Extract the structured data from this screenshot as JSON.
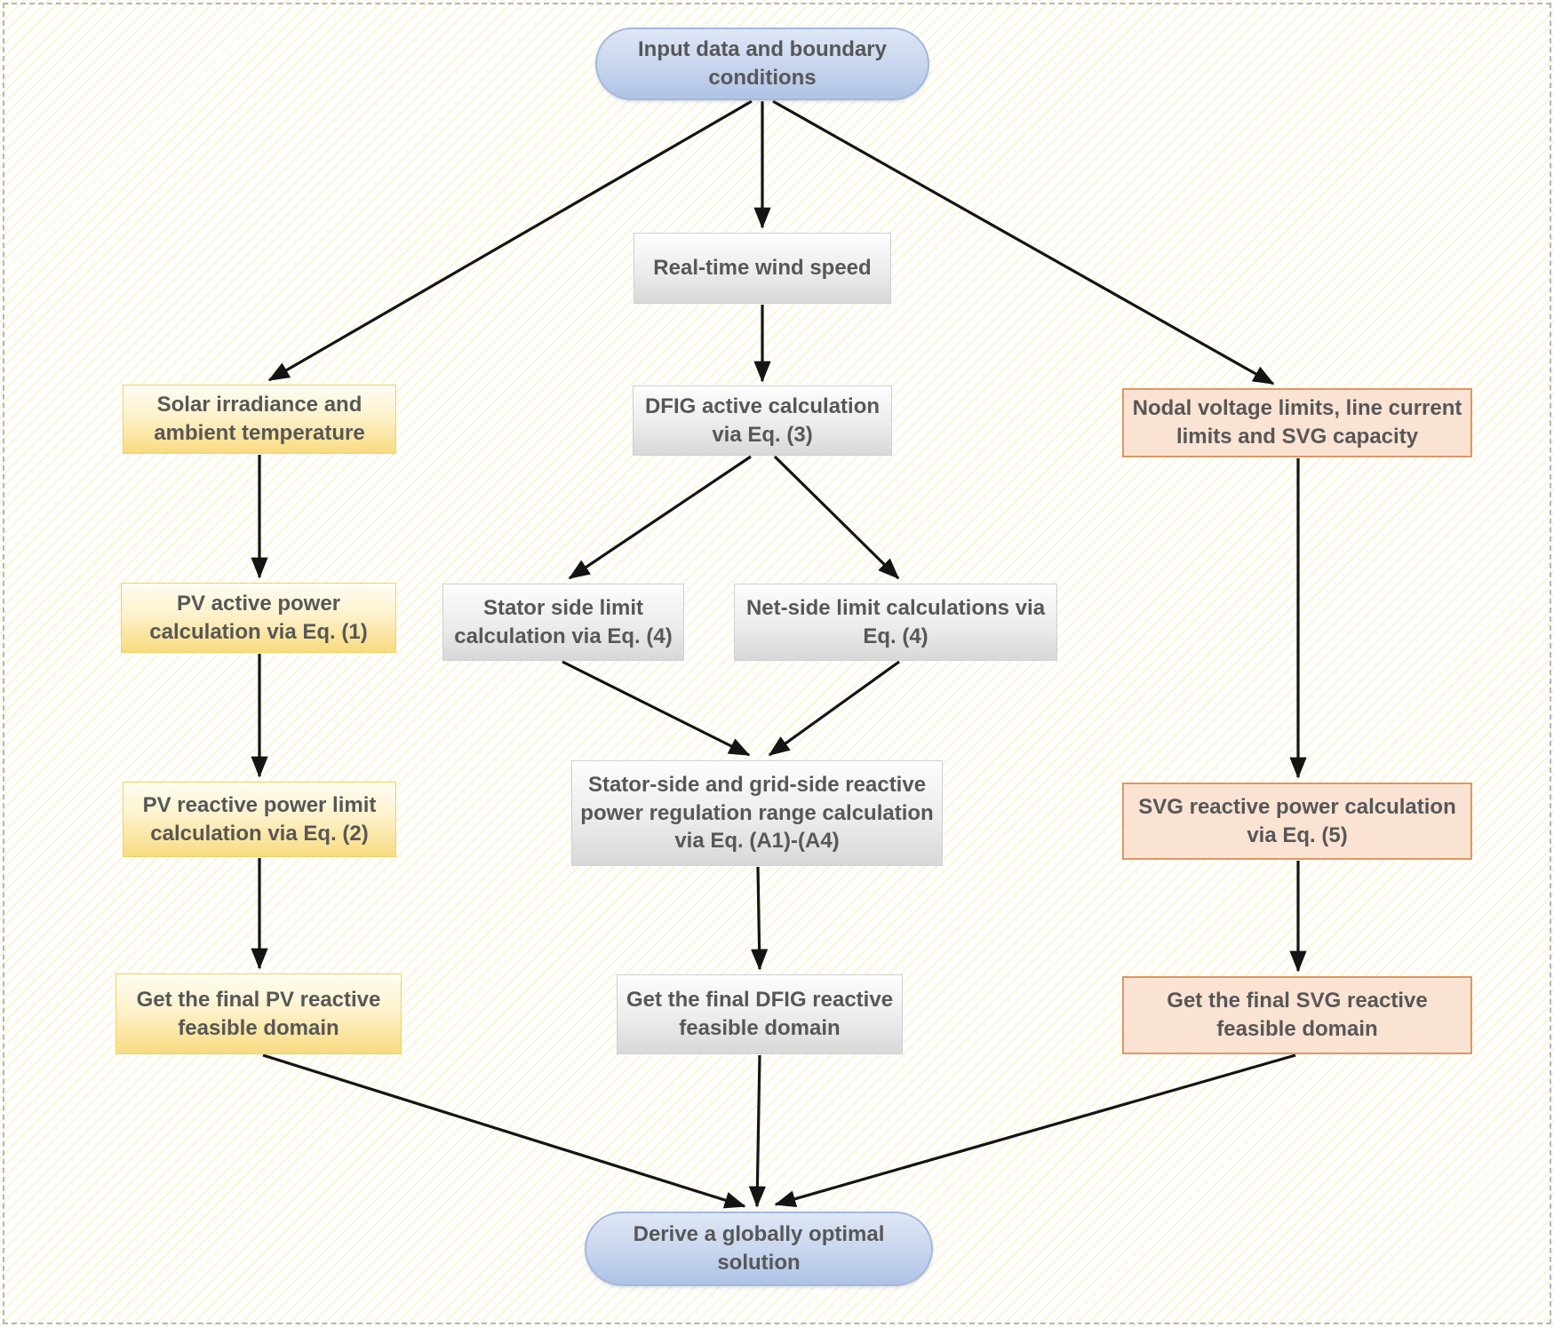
{
  "diagram": {
    "type": "flowchart",
    "nodes": {
      "input": {
        "label": "Input data and boundary conditions",
        "shape": "terminal"
      },
      "realtime": {
        "label": "Real-time wind speed",
        "shape": "process"
      },
      "solar": {
        "label": "Solar irradiance and ambient temperature",
        "shape": "pv"
      },
      "dfig": {
        "label": "DFIG active calculation via Eq. (3)",
        "shape": "process"
      },
      "nodal": {
        "label": "Nodal voltage limits, line current limits and SVG capacity",
        "shape": "svg"
      },
      "pv_active": {
        "label": "PV active power calculation via Eq. (1)",
        "shape": "pv"
      },
      "stator": {
        "label": "Stator side limit calculation via Eq. (4)",
        "shape": "process"
      },
      "netside": {
        "label": "Net-side limit calculations via Eq. (4)",
        "shape": "process"
      },
      "pv_reactive": {
        "label": "PV reactive power limit calculation via Eq. (2)",
        "shape": "pv"
      },
      "stator_grid": {
        "label": "Stator-side and grid-side reactive power regulation range calculation via Eq. (A1)-(A4)",
        "shape": "process"
      },
      "svg_calc": {
        "label": "SVG reactive power calculation via Eq. (5)",
        "shape": "svg"
      },
      "get_pv": {
        "label": "Get the final PV reactive feasible domain",
        "shape": "pv"
      },
      "get_dfig": {
        "label": "Get the final DFIG reactive feasible domain",
        "shape": "process"
      },
      "get_svg": {
        "label": "Get the final SVG reactive feasible domain",
        "shape": "svg"
      },
      "derive": {
        "label": "Derive a globally optimal solution",
        "shape": "terminal"
      }
    },
    "edges": [
      [
        "input",
        "solar"
      ],
      [
        "input",
        "realtime"
      ],
      [
        "input",
        "nodal"
      ],
      [
        "realtime",
        "dfig"
      ],
      [
        "dfig",
        "stator"
      ],
      [
        "dfig",
        "netside"
      ],
      [
        "stator",
        "stator_grid"
      ],
      [
        "netside",
        "stator_grid"
      ],
      [
        "stator_grid",
        "get_dfig"
      ],
      [
        "solar",
        "pv_active"
      ],
      [
        "pv_active",
        "pv_reactive"
      ],
      [
        "pv_reactive",
        "get_pv"
      ],
      [
        "nodal",
        "svg_calc"
      ],
      [
        "svg_calc",
        "get_svg"
      ],
      [
        "get_pv",
        "derive"
      ],
      [
        "get_dfig",
        "derive"
      ],
      [
        "get_svg",
        "derive"
      ]
    ],
    "colors": {
      "terminal_fill_top": "#dfe7f6",
      "terminal_fill_bottom": "#aec3e6",
      "terminal_border": "#a3b8dd",
      "process_fill_top": "#fdfdfd",
      "process_fill_bottom": "#d8d8d8",
      "process_border": "#cfcfcf",
      "pv_fill_top": "#fefdf3",
      "pv_fill_bottom": "#f8db80",
      "pv_border": "#f0d35c",
      "svg_fill": "#fbe3d3",
      "svg_border": "#dd9761",
      "text": "#575757",
      "arrow": "#141414",
      "hatch_line": "#fcf1c9",
      "frame_dash": "#b5b5b5"
    }
  }
}
